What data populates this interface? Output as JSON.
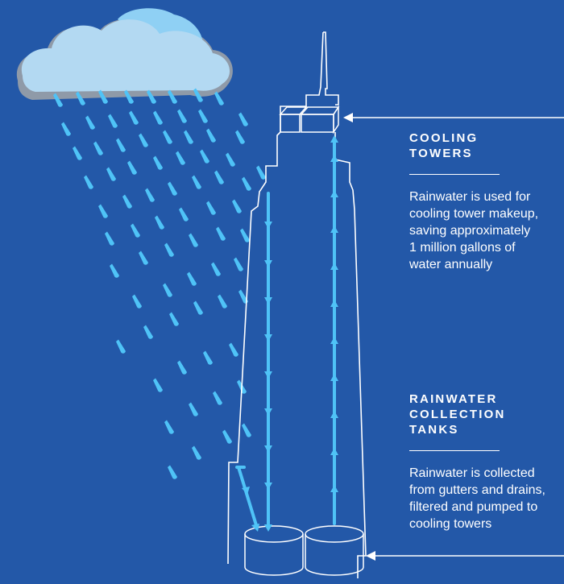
{
  "cooling_towers": {
    "heading": "COOLING\nTOWERS",
    "body": "Rainwater is used for\ncooling tower makeup,\nsaving approximately\n1 million gallons of\nwater annually"
  },
  "collection_tanks": {
    "heading": "RAINWATER\nCOLLECTION\nTANKS",
    "body": "Rainwater is collected\nfrom gutters and drains,\nfiltered and pumped to\ncooling towers"
  },
  "colors": {
    "background": "#2358a8",
    "water": "#4fc3f7",
    "cloud": "#b3d9f2",
    "cloud_shadow": "#8f9aa8",
    "outline": "#ffffff"
  }
}
